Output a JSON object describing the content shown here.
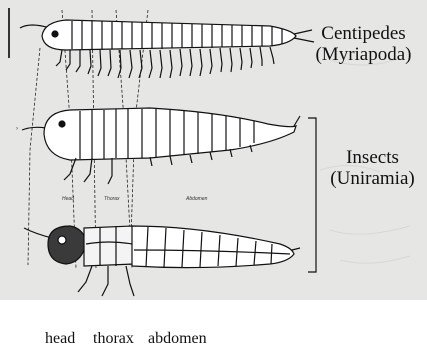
{
  "labels": {
    "centipedes": "Centipedes",
    "myriapoda": "(Myriapoda)",
    "insects": "Insects",
    "uniramia": "(Uniramia)"
  },
  "tiny_labels": {
    "head": "Head",
    "thorax": "Thorax",
    "abdomen": "Abdomen"
  },
  "captions": {
    "head": "head",
    "thorax": "thorax",
    "abdomen": "abdomen"
  },
  "colors": {
    "background": "#ffffff",
    "scan_background": "#e6e6e4",
    "ink": "#111111"
  }
}
